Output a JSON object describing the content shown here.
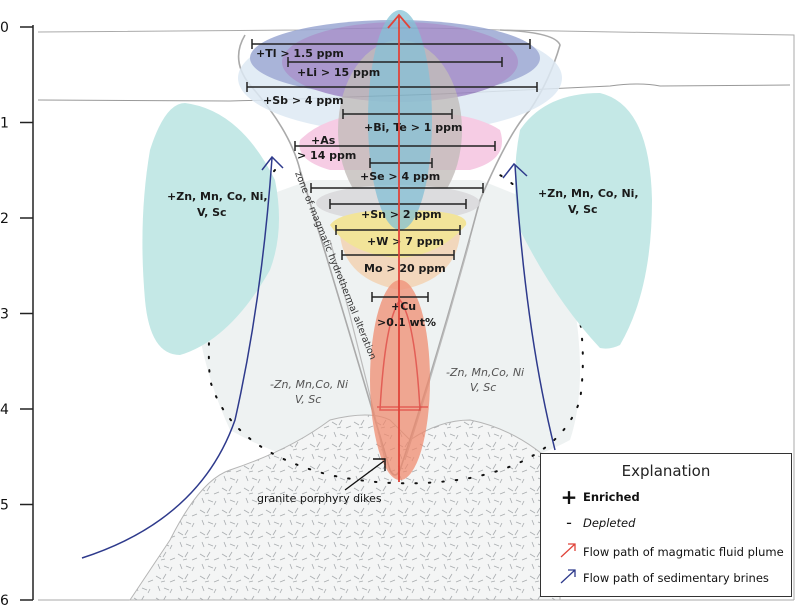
{
  "axis": {
    "ticks": [
      "0",
      "1",
      "2",
      "3",
      "4",
      "5",
      "6"
    ]
  },
  "elements": [
    {
      "label": "+Tl > 1.5 ppm"
    },
    {
      "label": "+Li > 15 ppm"
    },
    {
      "label": "+Sb > 4 ppm"
    },
    {
      "label": "+Bi, Te > 1 ppm"
    },
    {
      "label_line1": "+As",
      "label_line2": "> 14 ppm"
    },
    {
      "label": "+Se > 4 ppm"
    },
    {
      "label": "+Sn > 2 ppm"
    },
    {
      "label": "+W > 7 ppm"
    },
    {
      "label": "Mo > 20 ppm"
    },
    {
      "label_line1": "+Cu",
      "label_line2": ">0.1 wt%"
    }
  ],
  "halos": {
    "left": {
      "line1": "+Zn, Mn, Co, Ni,",
      "line2": "V, Sc"
    },
    "right": {
      "line1": "+Zn, Mn, Co, Ni,",
      "line2": "V, Sc"
    }
  },
  "depleted": {
    "left": {
      "line1": "-Zn, Mn,Co, Ni",
      "line2": "V, Sc"
    },
    "right": {
      "line1": "-Zn, Mn,Co, Ni",
      "line2": "V, Sc"
    }
  },
  "annotations": {
    "alteration_zone": "zone of magmatic hydrothermal alteration",
    "dikes": "granite porphyry dikes"
  },
  "legend": {
    "title": "Explanation",
    "items": [
      {
        "symbol": "+",
        "label": "Enriched"
      },
      {
        "symbol": "-",
        "label": "Depleted"
      },
      {
        "symbol": "red-arrow",
        "label": "Flow path of magmatic fluid plume"
      },
      {
        "symbol": "blue-arrow",
        "label": "Flow path of sedimentary brines"
      }
    ]
  },
  "colors": {
    "magmatic_flow": "#e0443a",
    "brine_flow": "#2e3a8c",
    "halo": "#c4e8e6"
  }
}
